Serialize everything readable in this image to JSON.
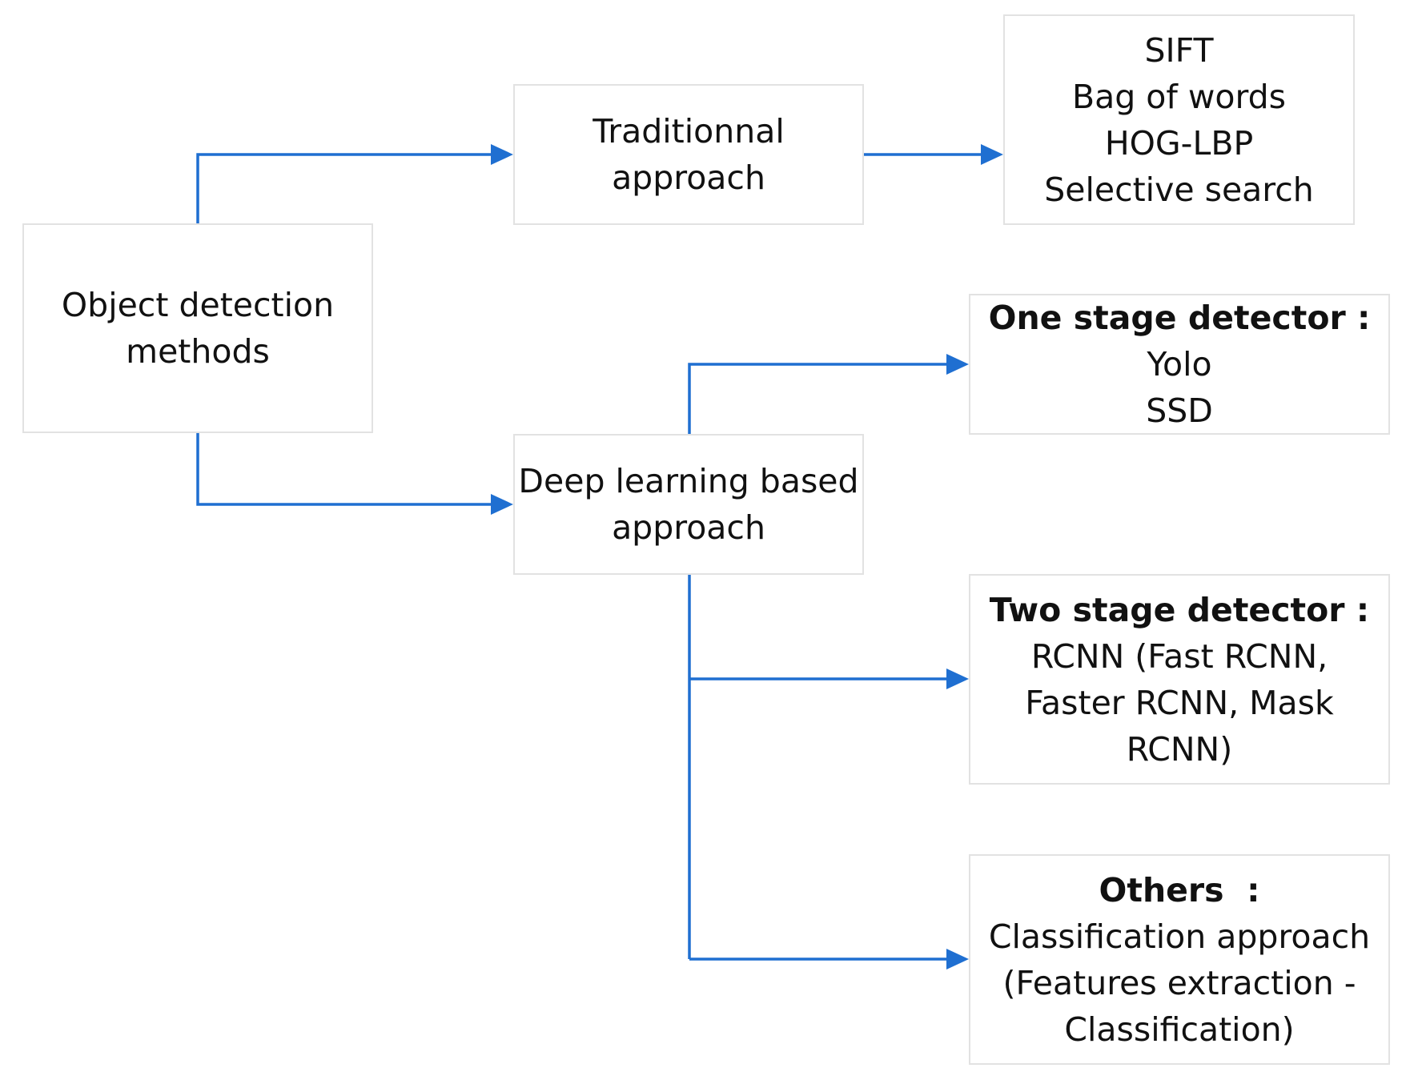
{
  "nodes": {
    "root": {
      "lines": [
        "Object detection",
        "methods"
      ]
    },
    "traditional": {
      "lines": [
        "Traditionnal",
        "approach"
      ]
    },
    "deep_learning": {
      "lines": [
        "Deep learning based",
        "approach"
      ]
    },
    "traditional_methods": {
      "lines": [
        "SIFT",
        "Bag of words",
        "HOG-LBP",
        "Selective search"
      ]
    },
    "one_stage": {
      "heading": "One stage detector :",
      "lines": [
        "Yolo",
        "SSD"
      ]
    },
    "two_stage": {
      "heading": "Two stage detector :",
      "lines": [
        "RCNN (Fast RCNN,",
        "Faster RCNN, Mask",
        "RCNN)"
      ]
    },
    "others": {
      "heading": "Others  :",
      "lines": [
        "Classification approach",
        "(Features extraction -",
        "Classification)"
      ]
    }
  },
  "colors": {
    "connector": "#1f6fd1",
    "box_border": "#e2e2e2",
    "text": "#111111"
  }
}
